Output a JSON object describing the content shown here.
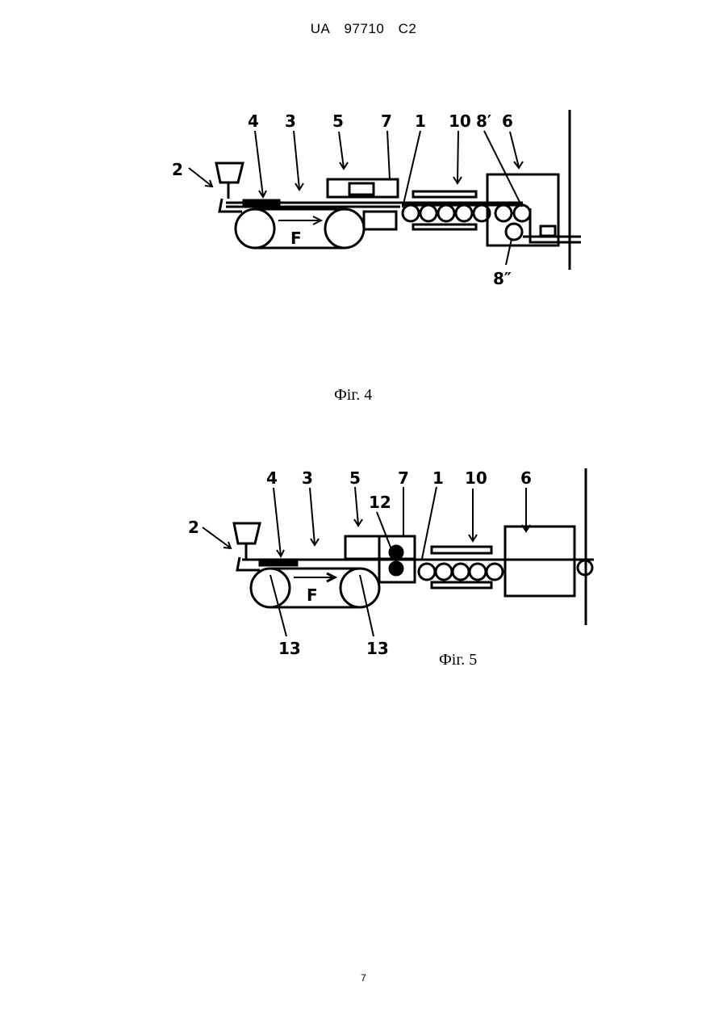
{
  "header": {
    "country": "UA",
    "number": "97710",
    "kind": "C2"
  },
  "fig4": {
    "caption": "Фіг. 4",
    "labels": {
      "l2": "2",
      "l4": "4",
      "l3": "3",
      "l5": "5",
      "l7": "7",
      "l1": "1",
      "l10": "10",
      "l8p": "8′",
      "l6": "6",
      "l8pp": "8″",
      "F": "F"
    }
  },
  "fig5": {
    "caption": "Фіг. 5",
    "labels": {
      "l2": "2",
      "l4": "4",
      "l3": "3",
      "l5": "5",
      "l7": "7",
      "l1": "1",
      "l10": "10",
      "l6": "6",
      "l12": "12",
      "l13a": "13",
      "l13b": "13",
      "F": "F"
    }
  },
  "page_number": "7"
}
